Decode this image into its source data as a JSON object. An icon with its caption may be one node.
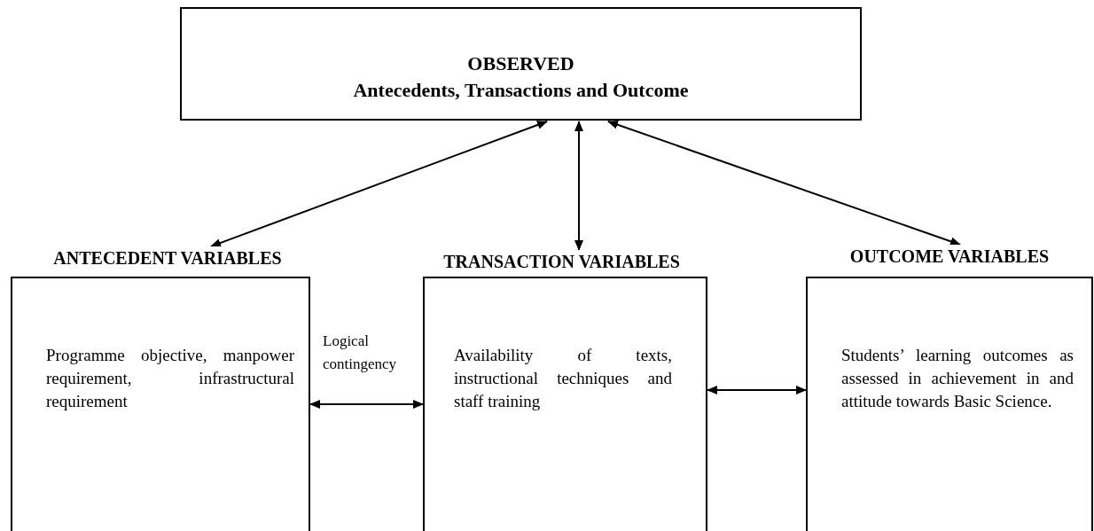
{
  "diagram": {
    "nodes": [
      {
        "text": [
          "OBSERVED",
          "Antecedents, Transactions and Outcome"
        ]
      },
      {
        "text": [
          "ANTECEDENT VARIABLES",
          "Programme objective, manpower requirement, infrastructural requirement"
        ]
      },
      {
        "text": [
          "TRANSACTION VARIABLES",
          "Availability of texts, instructional techniques and staff training"
        ]
      },
      {
        "text": [
          "OUTCOME VARIABLES",
          "Students’ learning outcomes as assessed in achievement in and attitude towards Basic Science."
        ]
      }
    ],
    "edges": [
      {
        "from": 0,
        "to": 1,
        "arrow": "both"
      },
      {
        "from": 0,
        "to": 2,
        "arrow": "both"
      },
      {
        "from": 0,
        "to": 3,
        "arrow": "both"
      },
      {
        "from": 1,
        "to": 2,
        "arrow": "both",
        "label": "Logical contingency"
      },
      {
        "from": 2,
        "to": 3,
        "arrow": "both"
      }
    ]
  }
}
